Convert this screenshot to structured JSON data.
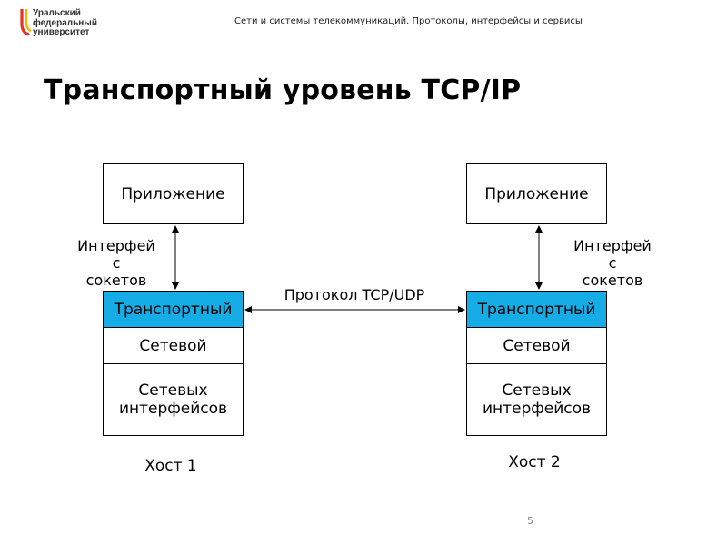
{
  "logo": {
    "line1": "Уральский",
    "line2": "федеральный",
    "line3": "университет",
    "accent_color": "#e5332a",
    "accent2_color": "#f5b400"
  },
  "header": {
    "title": "Сети и системы телекоммуникаций. Протоколы, интерфейсы и сервисы"
  },
  "page_title": "Транспортный уровень TCP/IP",
  "host1": {
    "application": "Приложение",
    "transport": "Транспортный",
    "network": "Сетевой",
    "interfaces_line1": "Сетевых",
    "interfaces_line2": "интерфейсов",
    "socket_label_line1": "Интерфей",
    "socket_label_line2": "с",
    "socket_label_line3": "сокетов",
    "name": "Хост 1"
  },
  "host2": {
    "application": "Приложение",
    "transport": "Транспортный",
    "network": "Сетевой",
    "interfaces_line1": "Сетевых",
    "interfaces_line2": "интерфейсов",
    "socket_label_line1": "Интерфей",
    "socket_label_line2": "с",
    "socket_label_line3": "сокетов",
    "name": "Хост 2"
  },
  "protocol_label": "Протокол TCP/UDP",
  "page_number": "5",
  "colors": {
    "transport_fill": "#16ace6"
  }
}
